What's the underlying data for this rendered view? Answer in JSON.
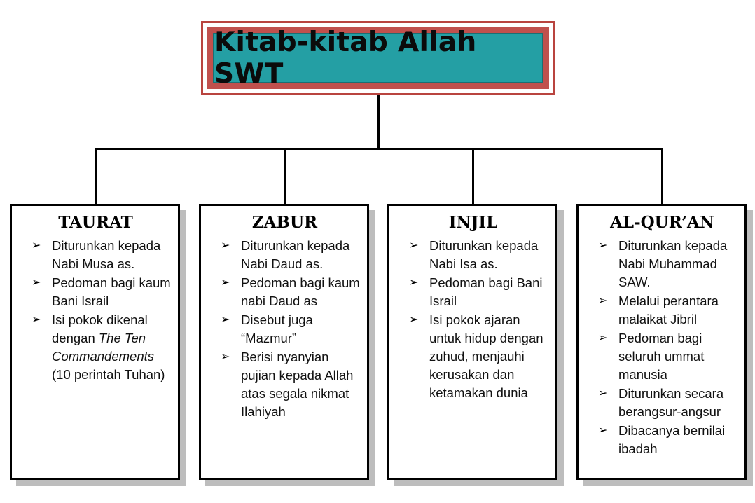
{
  "title": "Kitab-kitab Allah SWT",
  "bullet_symbol": "➢",
  "books": [
    {
      "name": "TAURAT",
      "points": [
        {
          "text": "Diturunkan kepada Nabi Musa as."
        },
        {
          "text": "Pedoman bagi kaum Bani Israil"
        },
        {
          "pre": "Isi pokok dikenal dengan ",
          "italic": "The Ten Commandements",
          "post": " (10 perintah Tuhan)"
        }
      ]
    },
    {
      "name": "ZABUR",
      "points": [
        {
          "text": "Diturunkan kepada Nabi Daud as."
        },
        {
          "text": "Pedoman bagi kaum nabi Daud as"
        },
        {
          "text": "Disebut juga “Mazmur”"
        },
        {
          "text": "Berisi nyanyian pujian kepada Allah atas segala nikmat Ilahiyah"
        }
      ]
    },
    {
      "name": "INJIL",
      "points": [
        {
          "text": "Diturunkan kepada Nabi Isa as."
        },
        {
          "text": "Pedoman bagi Bani Israil"
        },
        {
          "text": "Isi pokok ajaran untuk hidup dengan zuhud, menjauhi kerusakan dan ketamakan dunia"
        }
      ]
    },
    {
      "name": "AL-QUR’AN",
      "points": [
        {
          "text": "Diturunkan kepada Nabi Muhammad SAW."
        },
        {
          "text": "Melalui perantara malaikat Jibril"
        },
        {
          "text": "Pedoman bagi seluruh ummat manusia"
        },
        {
          "text": "Diturunkan secara berangsur-angsur"
        },
        {
          "text": "Dibacanya bernilai ibadah"
        }
      ]
    }
  ]
}
